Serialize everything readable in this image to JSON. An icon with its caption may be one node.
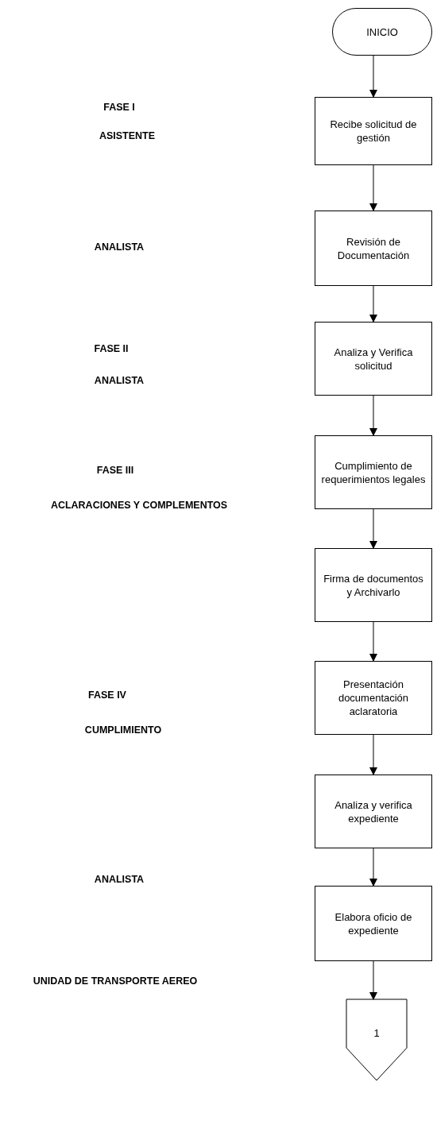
{
  "diagram": {
    "nodes": [
      {
        "text": [
          "INICIO"
        ]
      },
      {
        "text": [
          "Recibe solicitud de gestión"
        ]
      },
      {
        "text": [
          "Revisión de Documentación"
        ]
      },
      {
        "text": [
          "Analiza y Verifica solicitud"
        ]
      },
      {
        "text": [
          "Cumplimiento de requerimientos legales"
        ]
      },
      {
        "text": [
          "Firma de documentos y Archivarlo"
        ]
      },
      {
        "text": [
          "Presentación documentación aclaratoria"
        ]
      },
      {
        "text": [
          "Analiza y verifica expediente"
        ]
      },
      {
        "text": [
          "Elabora oficio de expediente"
        ]
      },
      {
        "text": [
          "1"
        ]
      }
    ],
    "edges": [
      {
        "from": 0,
        "to": 1,
        "arrow": "to"
      },
      {
        "from": 1,
        "to": 2,
        "arrow": "to"
      },
      {
        "from": 2,
        "to": 3,
        "arrow": "to"
      },
      {
        "from": 3,
        "to": 4,
        "arrow": "to"
      },
      {
        "from": 4,
        "to": 5,
        "arrow": "to"
      },
      {
        "from": 5,
        "to": 6,
        "arrow": "to"
      },
      {
        "from": 6,
        "to": 7,
        "arrow": "to"
      },
      {
        "from": 7,
        "to": 8,
        "arrow": "to"
      },
      {
        "from": 8,
        "to": 9,
        "arrow": "to"
      }
    ],
    "labels": [
      "FASE I",
      "ASISTENTE",
      "ANALISTA",
      "FASE II",
      "ANALISTA",
      "FASE III",
      "ACLARACIONES Y COMPLEMENTOS",
      "FASE IV",
      "CUMPLIMIENTO",
      "ANALISTA",
      "UNIDAD DE TRANSPORTE AEREO"
    ]
  }
}
